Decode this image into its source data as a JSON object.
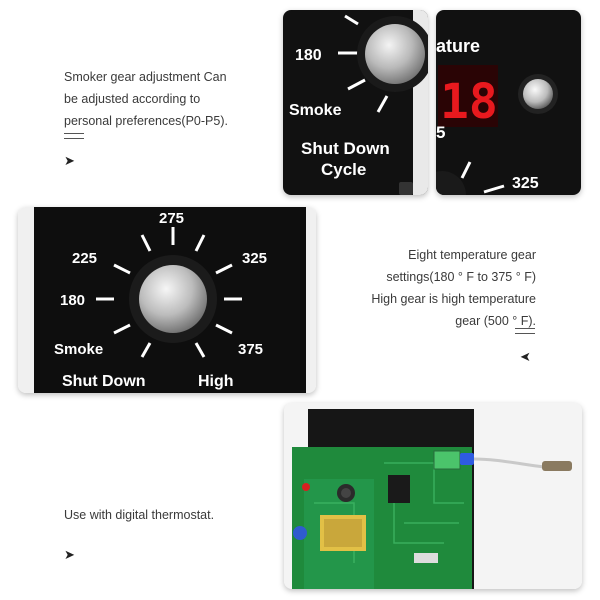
{
  "sections": [
    {
      "caption_lines": [
        "Smoker gear adjustment Can",
        "be adjusted according to",
        "personal preferences(P0-P5)."
      ]
    },
    {
      "caption_lines": [
        "Eight temperature gear",
        "settings(180 ° F to 375 ° F)",
        "High gear is high temperature",
        "gear (500 ° F)."
      ]
    },
    {
      "caption_lines": [
        "Use with digital thermostat."
      ]
    }
  ],
  "panel_top_left": {
    "labels": {
      "t180": "180",
      "smoke": "Smoke",
      "shutdown_line1": "Shut Down",
      "shutdown_line2": "Cycle"
    }
  },
  "panel_top_right": {
    "labels": {
      "header_partial": "ature",
      "display": "18",
      "t_partial": "5",
      "t325": "325"
    }
  },
  "panel_middle": {
    "labels": {
      "t275": "275",
      "t225": "225",
      "t325": "325",
      "t180": "180",
      "smoke": "Smoke",
      "t375": "375",
      "shutdown": "Shut Down",
      "high": "High"
    }
  },
  "colors": {
    "panel_black": "#0e0e0e",
    "led_red": "#e8191e",
    "pcb_green": "#1f8a3c"
  },
  "icons": {
    "arrow_right": "arrow-right-icon",
    "arrow_left": "arrow-left-icon"
  }
}
